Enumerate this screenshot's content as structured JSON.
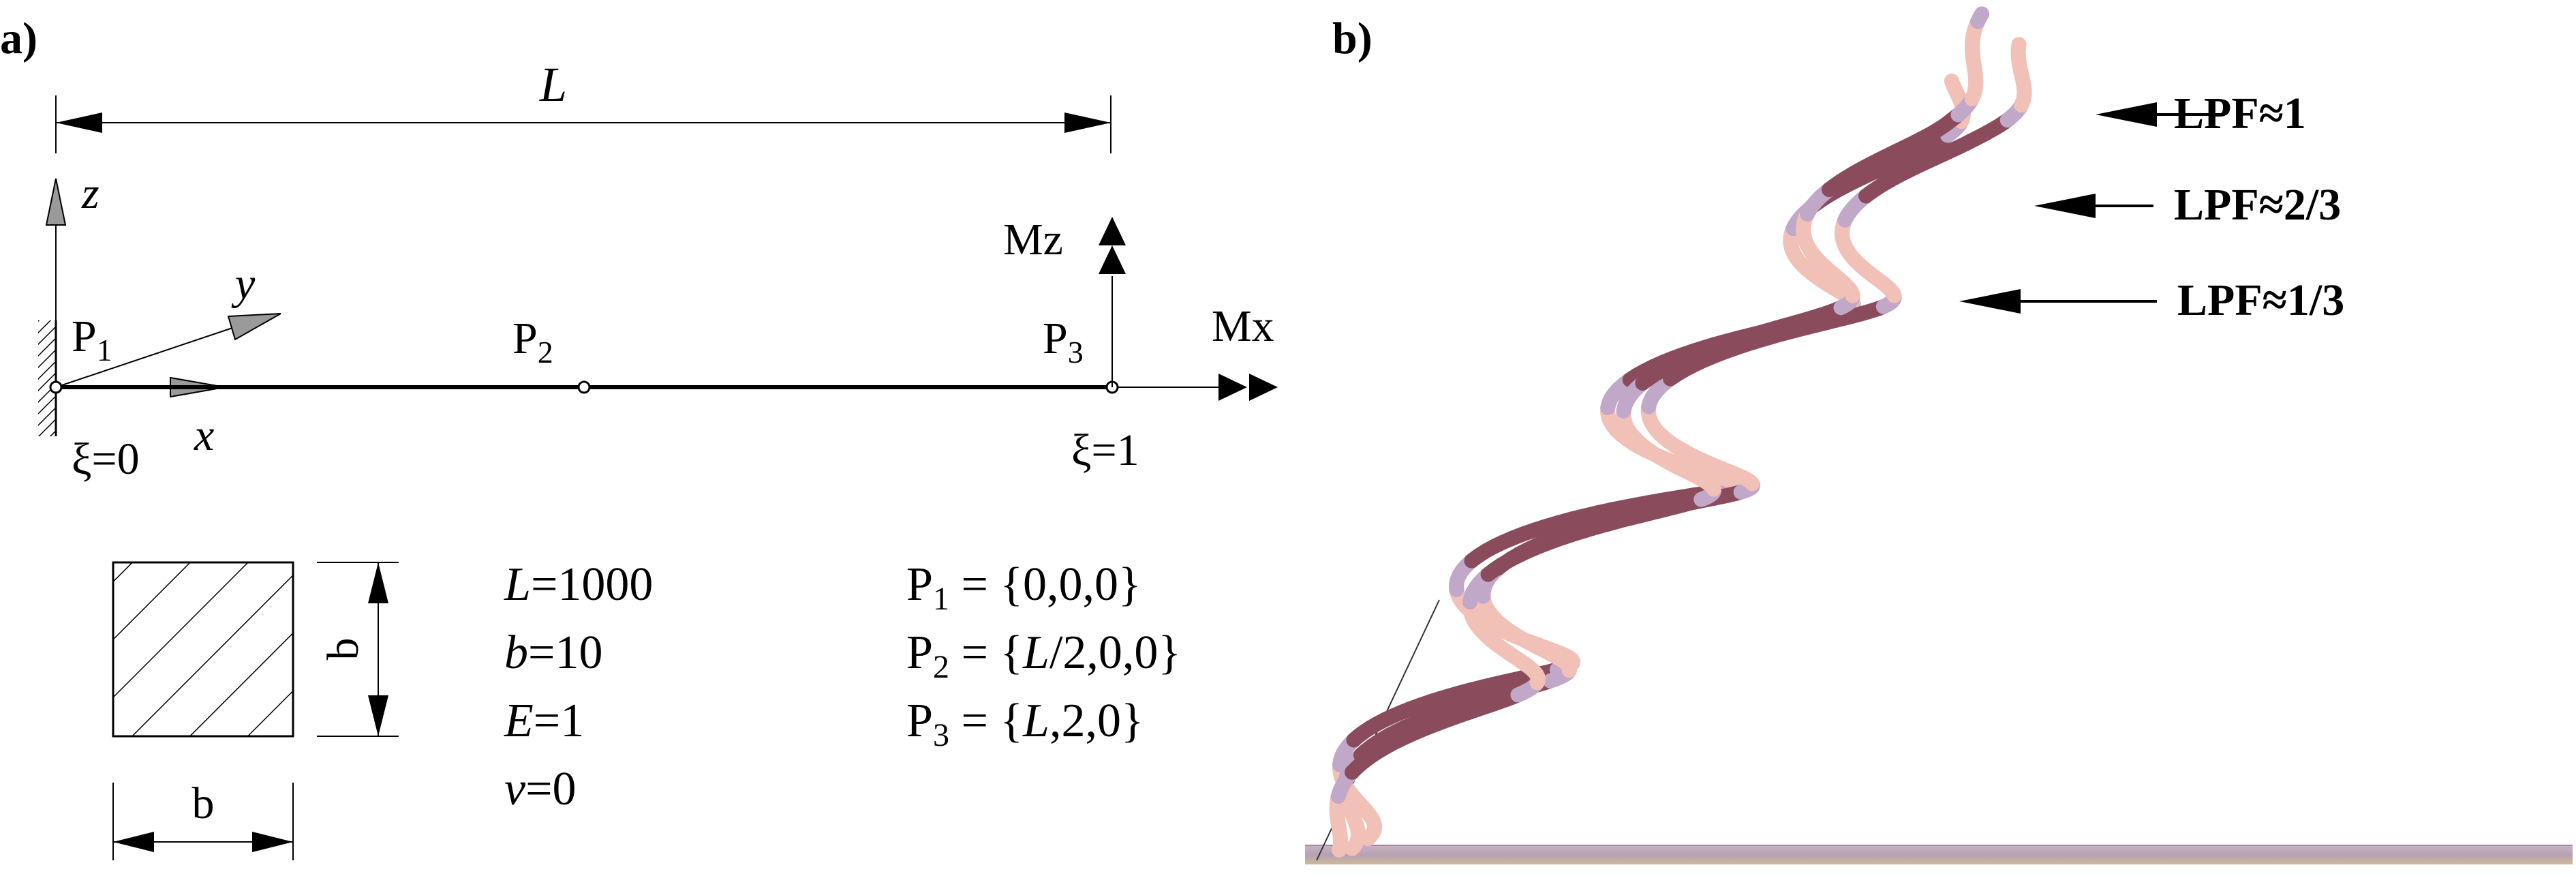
{
  "panel_a": {
    "label": "a)",
    "length_label": "L",
    "axes": {
      "z": "z",
      "y": "y",
      "x": "x"
    },
    "points": {
      "p1": {
        "base": "P",
        "sub": "1"
      },
      "p2": {
        "base": "P",
        "sub": "2"
      },
      "p3": {
        "base": "P",
        "sub": "3"
      }
    },
    "moments": {
      "mz": "Mz",
      "mx": "Mx"
    },
    "xi_start": "ξ=0",
    "xi_end": "ξ=1",
    "section_dim": "b",
    "params": [
      {
        "sym": "L",
        "rest": "=1000"
      },
      {
        "sym": "b",
        "rest": "=10"
      },
      {
        "sym": "E",
        "rest": "=1"
      },
      {
        "sym": "ν",
        "rest": "=0"
      }
    ],
    "point_coords": [
      {
        "sub": "1",
        "pre": " = {0,0,0}",
        "sym": "",
        "post": ""
      },
      {
        "sub": "2",
        "pre": " = {",
        "sym": "L",
        "post": "/2,0,0}"
      },
      {
        "sub": "3",
        "pre": " = {",
        "sym": "L",
        "post": ",2,0}"
      }
    ]
  },
  "panel_b": {
    "label": "b)",
    "lpf_labels": [
      "LPF≈1",
      "LPF≈2/3",
      "LPF≈1/3"
    ]
  },
  "colors": {
    "ribbon_light": "#f1c0b6",
    "ribbon_dark": "#8a4c5c",
    "ribbon_shade": "#c1a7c8",
    "ground": "#b9a6b6"
  }
}
